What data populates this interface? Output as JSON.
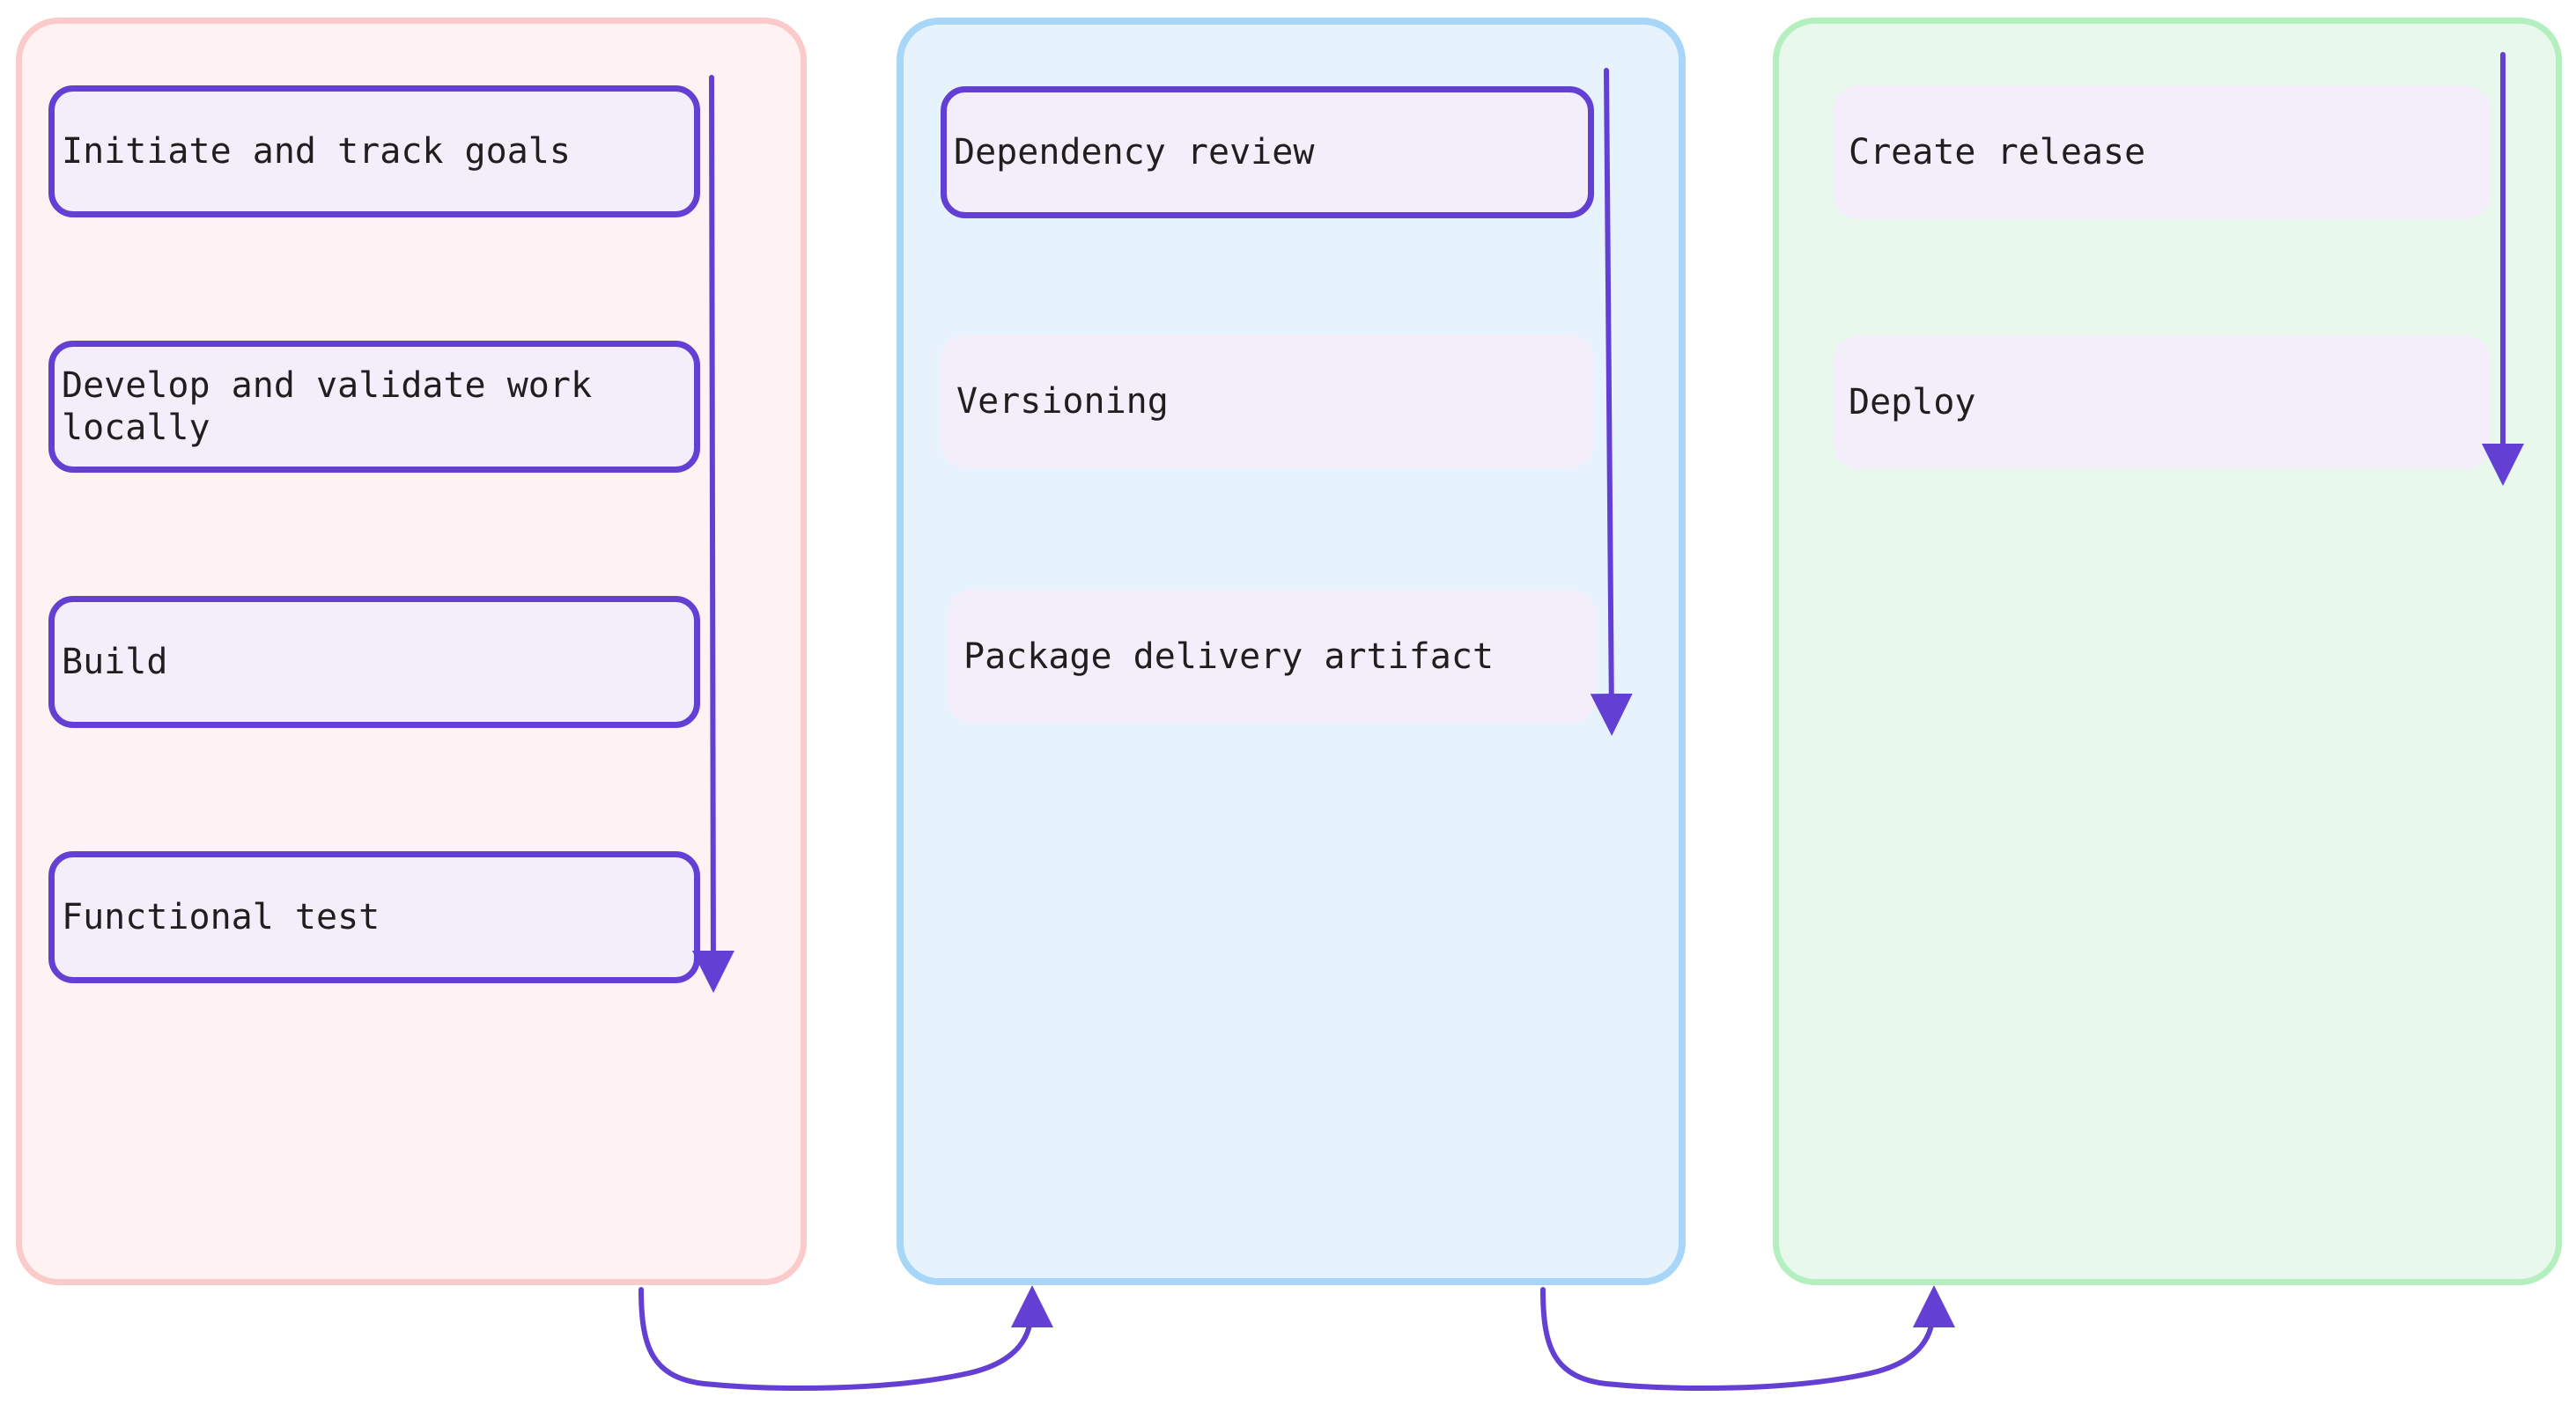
{
  "lanes": [
    {
      "cards": [
        {
          "label": "Initiate and track goals"
        },
        {
          "label": "Develop and validate work\nlocally"
        },
        {
          "label": "Build"
        },
        {
          "label": "Functional test"
        }
      ]
    },
    {
      "cards": [
        {
          "label": "Dependency review"
        },
        {
          "label": "Versioning"
        },
        {
          "label": "Package delivery artifact"
        }
      ]
    },
    {
      "cards": [
        {
          "label": "Create release"
        },
        {
          "label": "Deploy"
        }
      ]
    }
  ],
  "colors": {
    "lane_1_fill": "#fff2f2",
    "lane_1_border": "#fbcaca",
    "lane_2_fill": "#e6f3fd",
    "lane_2_border": "#a7d6f9",
    "lane_3_fill": "#e8f8ec",
    "lane_3_border": "#b3efbf",
    "card_fill": "#f4eefb",
    "accent": "#6340d3"
  }
}
